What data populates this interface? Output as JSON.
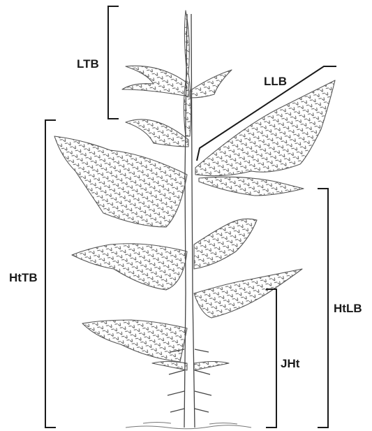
{
  "labels": {
    "ltb": "LTB",
    "llb": "LLB",
    "httb": "HtTB",
    "htlb": "HtLB",
    "jht": "JHt"
  },
  "colors": {
    "ink": "#1a1a1a",
    "foliage": "#555555",
    "background": "#ffffff"
  }
}
